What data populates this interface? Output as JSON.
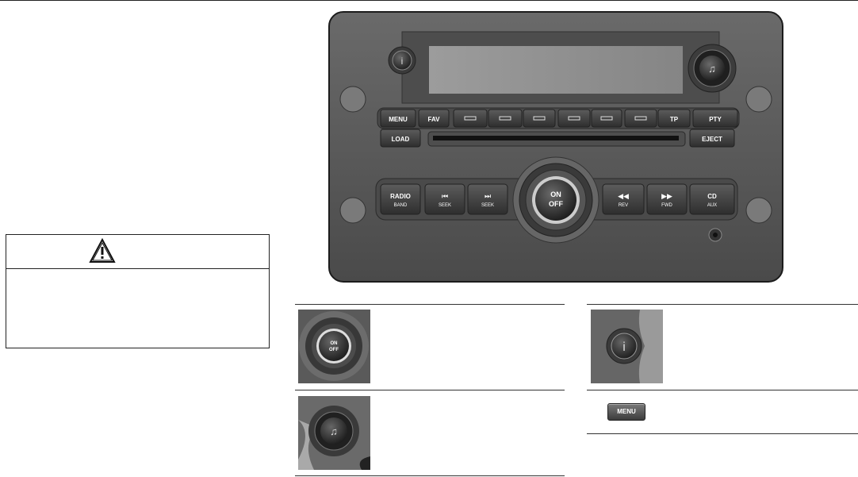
{
  "colors": {
    "panel": "#5a5a5a",
    "panel_edge": "#2a2a2a",
    "display": "#8f8f8f",
    "button": "#3e3e3e"
  },
  "warning": {
    "icon": "warning-triangle-icon"
  },
  "radio": {
    "row1": {
      "menu": "MENU",
      "fav": "FAV",
      "tp": "TP",
      "pty": "PTY"
    },
    "row2": {
      "load": "LOAD",
      "eject": "EJECT"
    },
    "row3": {
      "radio_top": "RADIO",
      "radio_bottom": "BAND",
      "seek_back": "SEEK",
      "seek_fwd": "SEEK",
      "on": "ON",
      "off": "OFF",
      "rev": "REV",
      "fwd": "FWD",
      "cd_top": "CD",
      "cd_bottom": "AUX"
    },
    "info_button": "i",
    "audio_knob_icon": "music-note-icon"
  },
  "thumbnails": {
    "onoff": {
      "on": "ON",
      "off": "OFF"
    },
    "info": "i",
    "audio": "music-note-icon",
    "menu": "MENU"
  }
}
